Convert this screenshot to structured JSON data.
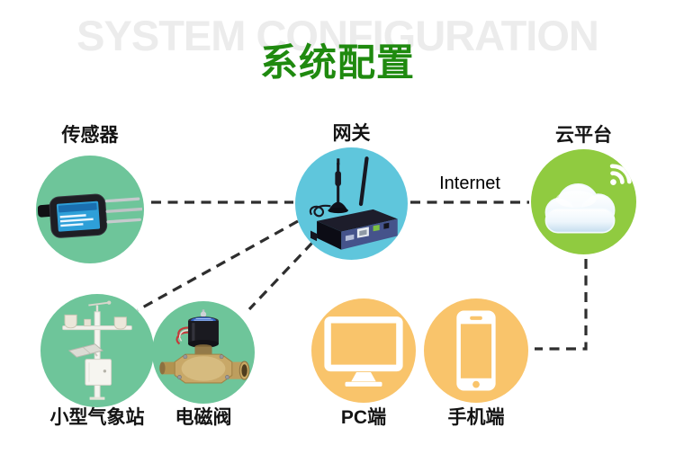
{
  "watermark": "SYSTEM CONFIGURATION",
  "title": "系统配置",
  "nodes": [
    {
      "id": "sensor",
      "label": "传感器",
      "label_position": "top",
      "icon": "soil-moisture-sensor",
      "circle_color": "#6ec59a"
    },
    {
      "id": "gateway",
      "label": "网关",
      "label_position": "top",
      "icon": "wireless-router",
      "circle_color": "#5fc6dc"
    },
    {
      "id": "cloud-platform",
      "label": "云平台",
      "label_position": "top",
      "icon": "cloud-wifi",
      "circle_color": "#90cb40"
    },
    {
      "id": "weather-station",
      "label": "小型气象站",
      "label_position": "bottom",
      "icon": "weather-station",
      "circle_color": "#6ec59a"
    },
    {
      "id": "solenoid-valve",
      "label": "电磁阀",
      "label_position": "bottom",
      "icon": "solenoid-valve",
      "circle_color": "#6ec59a"
    },
    {
      "id": "pc",
      "label": "PC端",
      "label_position": "bottom",
      "icon": "desktop-monitor",
      "circle_color": "#f9c46b"
    },
    {
      "id": "phone",
      "label": "手机端",
      "label_position": "bottom",
      "icon": "smartphone",
      "circle_color": "#f9c46b"
    }
  ],
  "connections": [
    {
      "from": "sensor",
      "to": "gateway",
      "style": "dashed"
    },
    {
      "from": "gateway",
      "to": "cloud-platform",
      "style": "dashed",
      "label": "Internet"
    },
    {
      "from": "gateway",
      "to": "weather-station",
      "style": "dashed"
    },
    {
      "from": "gateway",
      "to": "solenoid-valve",
      "style": "dashed"
    },
    {
      "from": "cloud-platform",
      "to": "phone",
      "style": "dashed-elbow"
    }
  ],
  "internet_label": "Internet",
  "colors": {
    "title_green": "#1f8a0f",
    "watermark_gray": "#ececec",
    "node_green": "#6ec59a",
    "node_blue": "#5fc6dc",
    "node_lime": "#90cb40",
    "node_orange": "#f9c46b",
    "dash": "#2e2e2e"
  }
}
